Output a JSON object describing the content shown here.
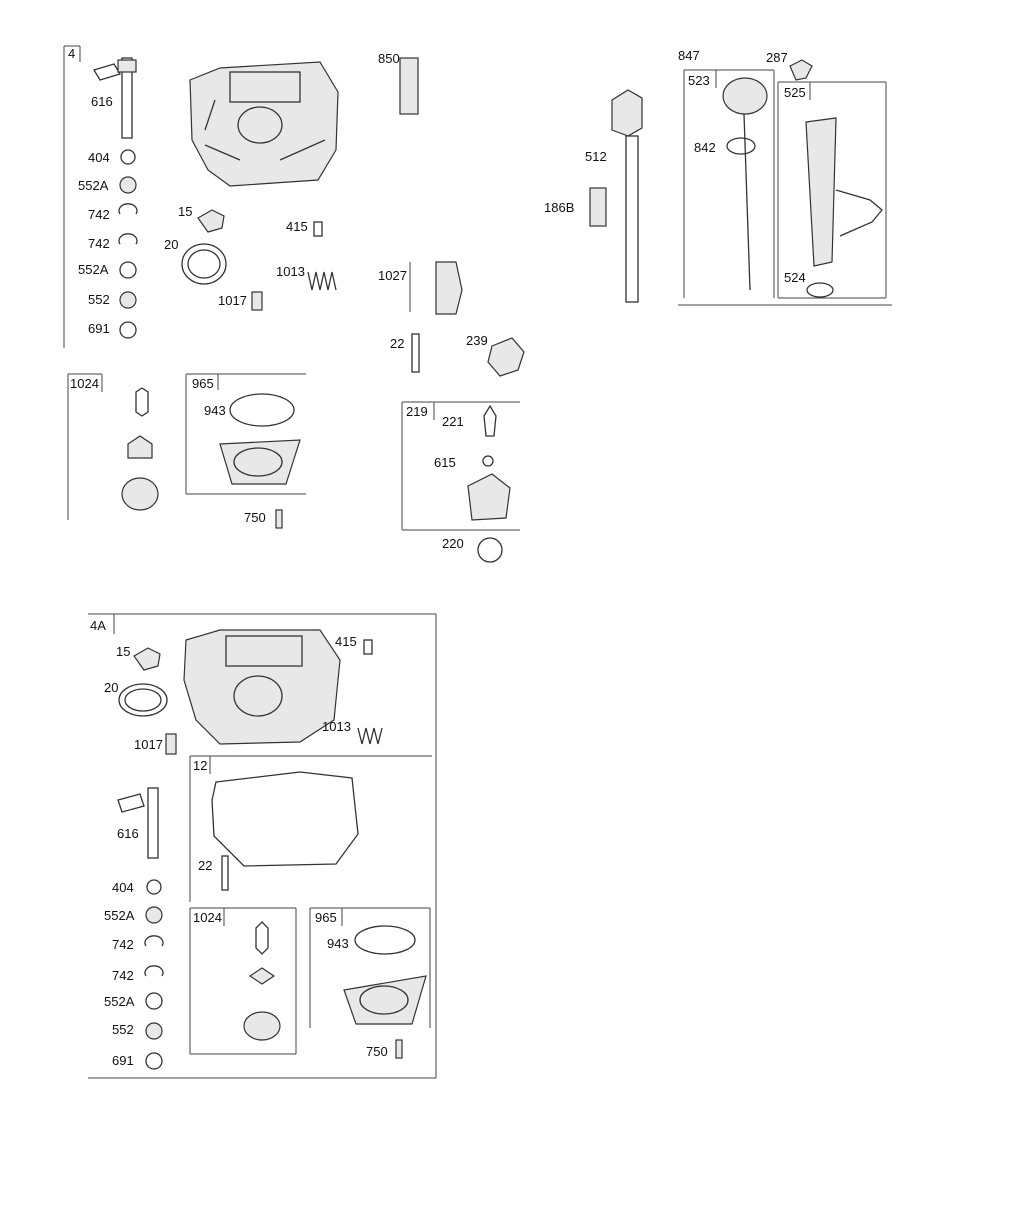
{
  "groups": {
    "g4": "4",
    "g1024a": "1024",
    "g965a": "965",
    "g847": "847",
    "g523": "523",
    "g525": "525",
    "g219": "219",
    "g4a": "4A",
    "g12": "12",
    "g1024b": "1024",
    "g965b": "965"
  },
  "labels": {
    "p616a": "616",
    "p404a": "404",
    "p552Aa": "552A",
    "p742a": "742",
    "p742b": "742",
    "p552Ab": "552A",
    "p552a": "552",
    "p691a": "691",
    "p15a": "15",
    "p20a": "20",
    "p415a": "415",
    "p1013a": "1013",
    "p1017a": "1017",
    "p943a": "943",
    "p750a": "750",
    "p850": "850",
    "p1027": "1027",
    "p22a": "22",
    "p239": "239",
    "p221": "221",
    "p615": "615",
    "p220": "220",
    "p512": "512",
    "p186B": "186B",
    "p287": "287",
    "p842": "842",
    "p524": "524",
    "p15b": "15",
    "p415b": "415",
    "p20b": "20",
    "p1013b": "1013",
    "p1017b": "1017",
    "p616b": "616",
    "p22b": "22",
    "p404b": "404",
    "p552Ac": "552A",
    "p742c": "742",
    "p742d": "742",
    "p552Ad": "552A",
    "p552b": "552",
    "p691b": "691",
    "p943b": "943",
    "p750b": "750"
  }
}
